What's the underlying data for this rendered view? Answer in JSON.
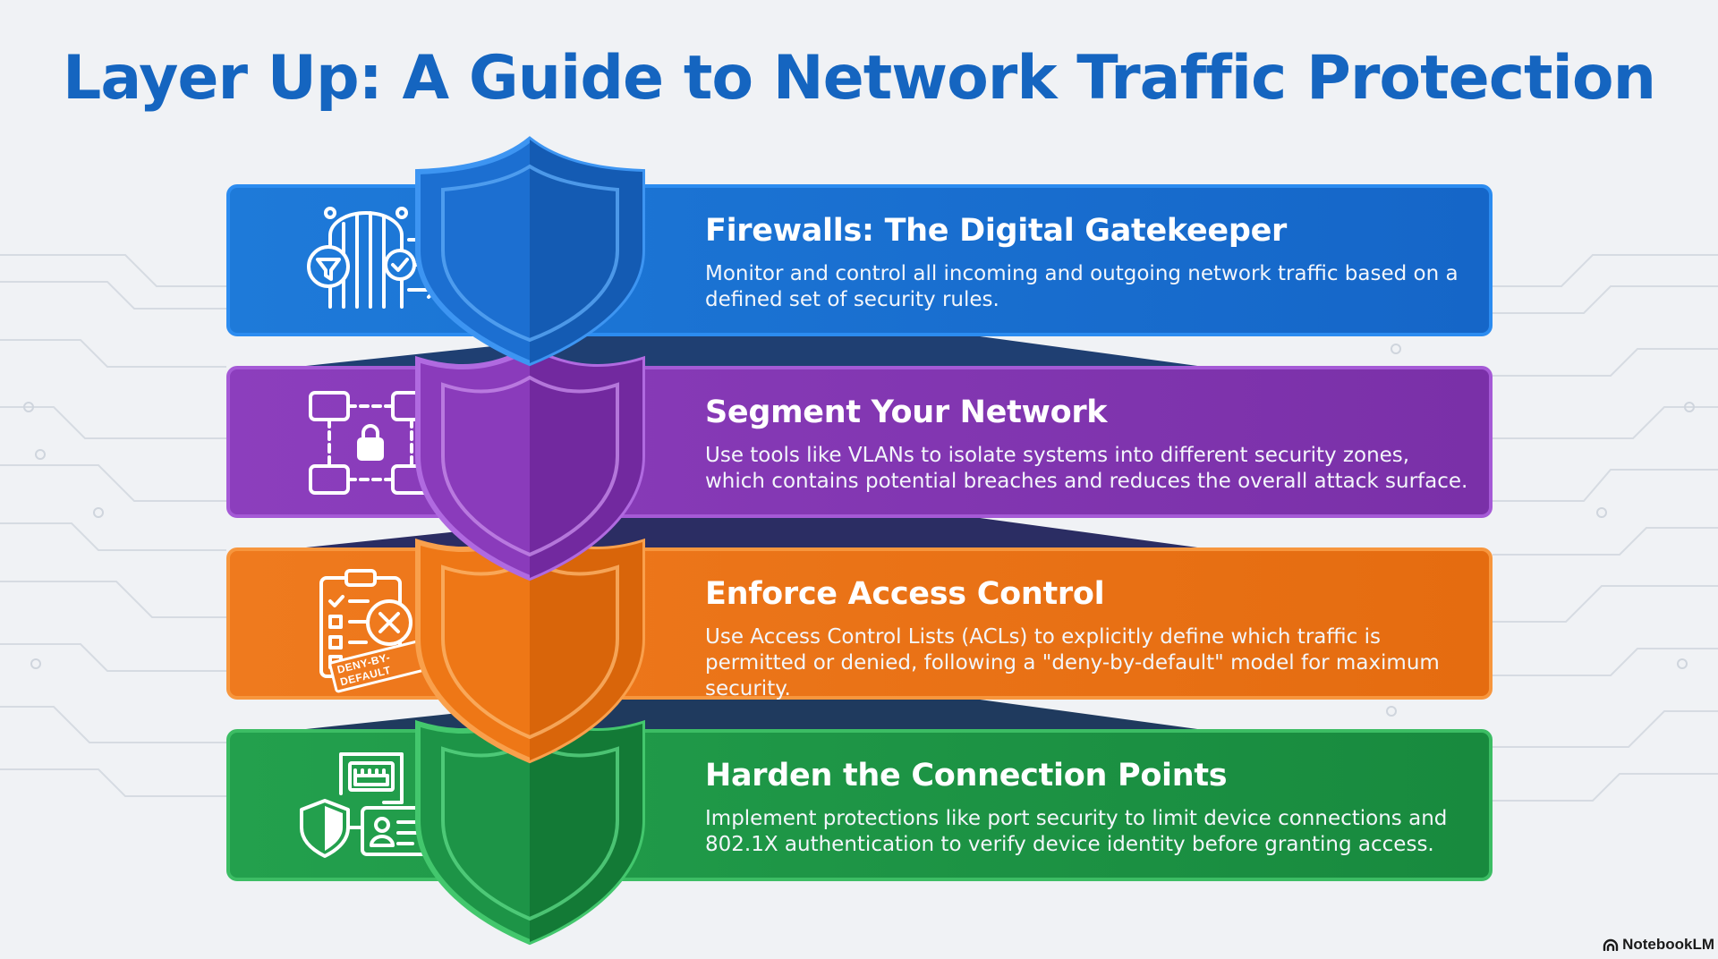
{
  "title": "Layer Up: A Guide to Network Traffic Protection",
  "layers": [
    {
      "heading": "Firewalls: The Digital Gatekeeper",
      "description": "Monitor and control all incoming and outgoing network traffic based on a defined set of security rules.",
      "icon": "firewall-gate-icon",
      "color": "#1e7ad9"
    },
    {
      "heading": "Segment Your Network",
      "description": "Use tools like VLANs to isolate systems into different security zones, which contains potential breaches and reduces the overall attack surface.",
      "icon": "network-segment-icon",
      "color": "#8c3ebd"
    },
    {
      "heading": "Enforce Access Control",
      "description": "Use Access Control Lists (ACLs) to explicitly define which traffic is permitted or denied, following a \"deny-by-default\" model for maximum security.",
      "icon": "access-control-list-icon",
      "icon_stamp": "DENY-BY-DEFAULT",
      "color": "#ef7a1e"
    },
    {
      "heading": "Harden the Connection Points",
      "description": "Implement protections like port security to limit device connections and 802.1X authentication to verify device identity before granting access.",
      "icon": "port-security-icon",
      "color": "#23a04d"
    }
  ],
  "footer": {
    "brand": "NotebookLM",
    "icon": "notebooklm-logo-icon"
  }
}
